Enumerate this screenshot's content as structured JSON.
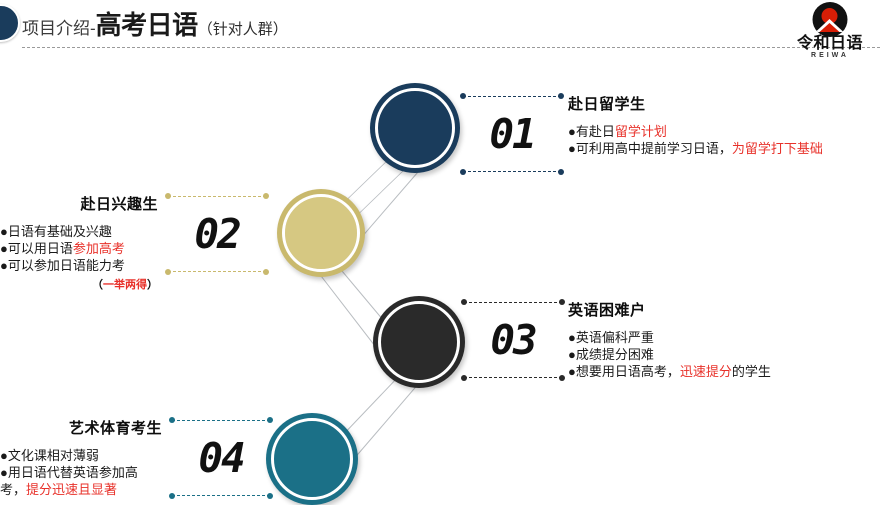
{
  "header": {
    "prefix": "项目介绍-",
    "main": "高考日语",
    "paren": "（针对人群）"
  },
  "logo": {
    "emblem_name": "mt-fuji-sun-emblem",
    "wordmark": "令和日语",
    "sub": "REIWA",
    "emblem_black": "#111111",
    "emblem_red": "#d81e06"
  },
  "colors": {
    "node1": "#1a3c5c",
    "node2": "#d6c882",
    "node3": "#2a2a2a",
    "node4": "#1b7087",
    "accent_red": "#e8312a",
    "connector_stroke": "#b9bdc1",
    "rule": "#9a9a9a"
  },
  "sections": [
    {
      "number": "01",
      "title": "赴日留学生",
      "side": "right",
      "color": "#1a3c5c",
      "bullets": [
        [
          {
            "t": "有赴日",
            "red": false
          },
          {
            "t": "留学计划",
            "red": true
          }
        ],
        [
          {
            "t": "可利用高中提前学习日语，",
            "red": false
          },
          {
            "t": "为留学打下基础",
            "red": true
          }
        ]
      ],
      "note": null
    },
    {
      "number": "02",
      "title": "赴日兴趣生",
      "side": "left",
      "color": "#d6c882",
      "bullets": [
        [
          {
            "t": "日语有基础及兴趣",
            "red": false
          }
        ],
        [
          {
            "t": "可以用日语",
            "red": false
          },
          {
            "t": "参加高考",
            "red": true
          }
        ],
        [
          {
            "t": "可以参加日语能力考",
            "red": false
          }
        ]
      ],
      "note": {
        "open": "（",
        "red": "一举两得",
        "close": "）"
      }
    },
    {
      "number": "03",
      "title": "英语困难户",
      "side": "right",
      "color": "#2a2a2a",
      "bullets": [
        [
          {
            "t": "英语偏科严重",
            "red": false
          }
        ],
        [
          {
            "t": "成绩提分困难",
            "red": false
          }
        ],
        [
          {
            "t": "想要用日语高考，",
            "red": false
          },
          {
            "t": "迅速提分",
            "red": true
          },
          {
            "t": "的学生",
            "red": false
          }
        ]
      ],
      "note": null
    },
    {
      "number": "04",
      "title": "艺术体育考生",
      "side": "left",
      "color": "#1b7087",
      "bullets": [
        [
          {
            "t": "文化课相对薄弱",
            "red": false
          }
        ],
        [
          {
            "t": "用日语代替英语参加高考，",
            "red": false
          },
          {
            "t": "提分迅速且显著",
            "red": true
          }
        ]
      ],
      "note": null
    }
  ],
  "bullet_glyph": "●"
}
